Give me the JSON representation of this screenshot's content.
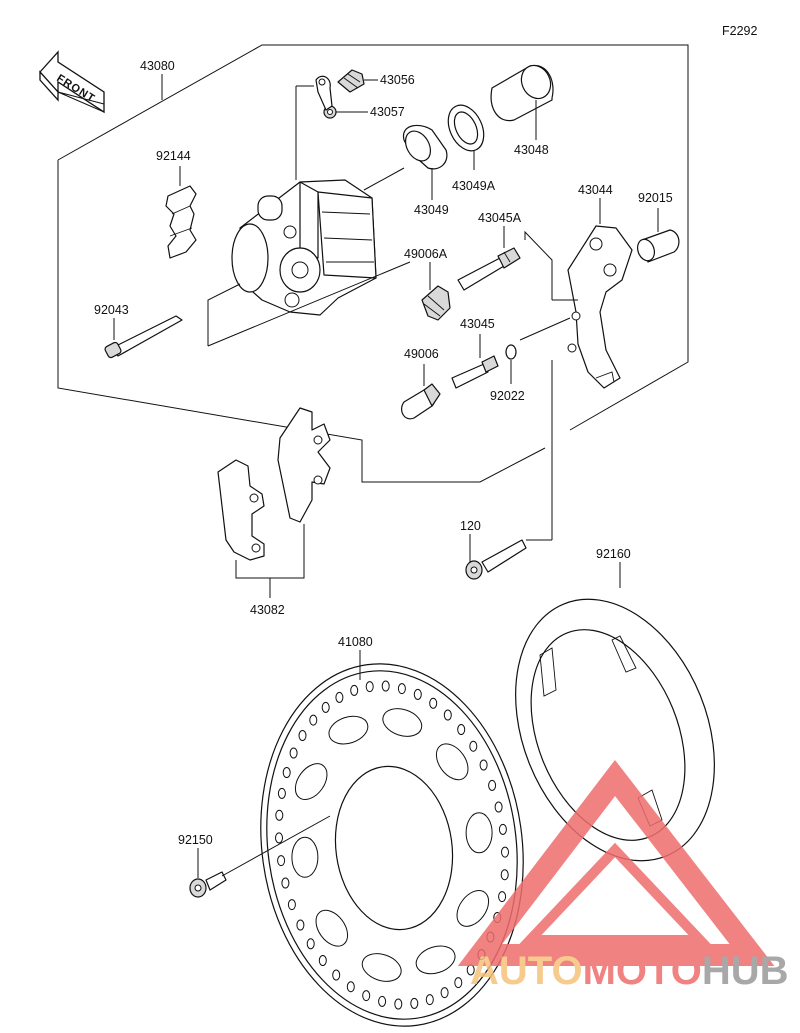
{
  "diagram": {
    "code": "F2292",
    "front_label": "FRONT",
    "parts": [
      {
        "id": "p43080",
        "number": "43080"
      },
      {
        "id": "p43056",
        "number": "43056"
      },
      {
        "id": "p43057",
        "number": "43057"
      },
      {
        "id": "p43048",
        "number": "43048"
      },
      {
        "id": "p92144",
        "number": "92144"
      },
      {
        "id": "p43049A",
        "number": "43049A"
      },
      {
        "id": "p43044",
        "number": "43044"
      },
      {
        "id": "p92015",
        "number": "92015"
      },
      {
        "id": "p43049",
        "number": "43049"
      },
      {
        "id": "p43045A",
        "number": "43045A"
      },
      {
        "id": "p49006A",
        "number": "49006A"
      },
      {
        "id": "p92043",
        "number": "92043"
      },
      {
        "id": "p43045",
        "number": "43045"
      },
      {
        "id": "p49006",
        "number": "49006"
      },
      {
        "id": "p92022",
        "number": "92022"
      },
      {
        "id": "p120",
        "number": "120"
      },
      {
        "id": "p92160",
        "number": "92160"
      },
      {
        "id": "p43082",
        "number": "43082"
      },
      {
        "id": "p41080",
        "number": "41080"
      },
      {
        "id": "p92150",
        "number": "92150"
      }
    ]
  },
  "watermark": {
    "part1": "AUTO",
    "part2": "MOTO",
    "part3": "HUB",
    "color_auto": "#f5c27a",
    "color_moto": "#ee6d6d",
    "color_hub": "#9a9a9a",
    "triangle_color": "#ee6d6d"
  }
}
